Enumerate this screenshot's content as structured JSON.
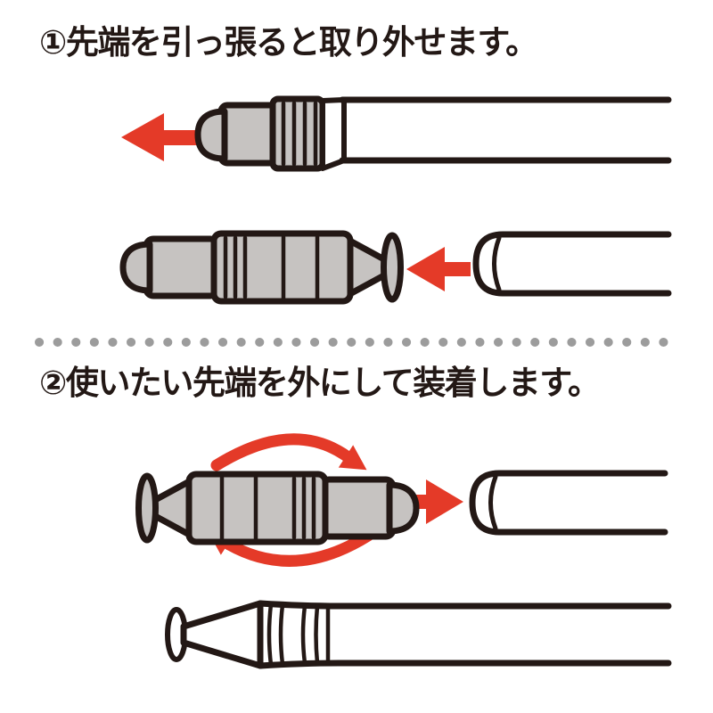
{
  "steps": [
    {
      "caption": "①先端を引っ張ると取り外せます。",
      "icons": [
        "arrow-left",
        "arrow-left"
      ]
    },
    {
      "caption": "②使いたい先端を外にして装着します。",
      "icons": [
        "rotate-clockwise-arc-arrow",
        "rotate-counterclockwise-arc-arrow",
        "arrow-right"
      ]
    }
  ],
  "divider": {
    "style": "dotted-line"
  },
  "colors": {
    "outline": "#231815",
    "gray_fill": "#c6c3c1",
    "accent_red": "#e43a28",
    "dot_gray": "#9c9c9c",
    "background": "#ffffff",
    "text": "#231815"
  }
}
